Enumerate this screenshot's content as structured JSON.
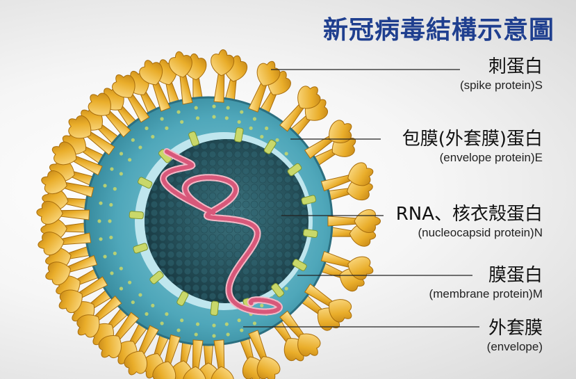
{
  "title": "新冠病毒結構示意圖",
  "labels": [
    {
      "zh": "刺蛋白",
      "en": "(spike protein)S"
    },
    {
      "zh": "包膜(外套膜)蛋白",
      "en": "(envelope protein)E"
    },
    {
      "zh": "RNA、核衣殼蛋白",
      "en": "(nucleocapsid protein)N"
    },
    {
      "zh": "膜蛋白",
      "en": "(membrane protein)M"
    },
    {
      "zh": "外套膜",
      "en": "(envelope)"
    }
  ],
  "colors": {
    "title": "#1f3f8f",
    "spike": "#e0a61e",
    "envelope": "#5aaec0",
    "core": "#24505c",
    "rna": "#d8587a",
    "membrane_protein": "#c9d86a"
  }
}
